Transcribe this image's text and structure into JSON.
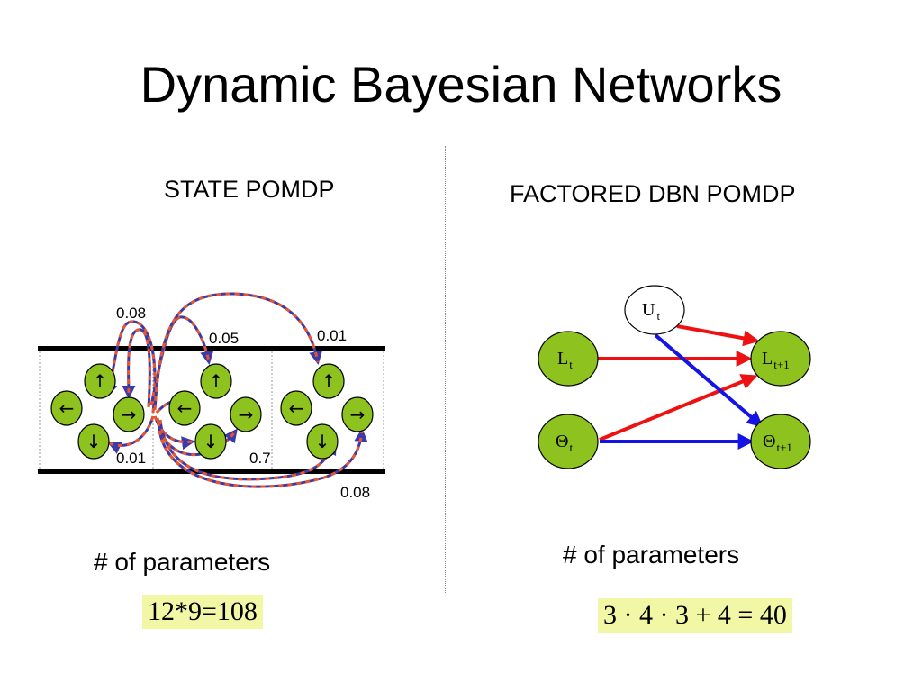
{
  "slide": {
    "title": "Dynamic Bayesian Networks",
    "left": {
      "heading": "STATE POMDP",
      "prob_labels": [
        "0.08",
        "0.05",
        "0.01",
        "0.01",
        "0.7",
        "0.08"
      ],
      "action_glyphs": {
        "up": "↑",
        "left": "←",
        "right": "→",
        "down": "↓"
      },
      "params_label": "# of parameters",
      "formula": "12*9=108"
    },
    "right": {
      "heading": "FACTORED DBN POMDP",
      "nodes": {
        "u": {
          "main": "U",
          "sub": "t"
        },
        "lt": {
          "main": "L",
          "sub": "t"
        },
        "lt1": {
          "main": "L",
          "sub": "t+1"
        },
        "tht": {
          "main": "Θ",
          "sub": "t"
        },
        "tht1": {
          "main": "Θ",
          "sub": "t+1"
        }
      },
      "params_label": "# of parameters",
      "formula": "3 · 4 · 3 + 4 = 40"
    },
    "colors": {
      "node_fill": "#8dc21f",
      "edge_red": "#ee1111",
      "edge_blue": "#1414e6",
      "formula_bg": "#f2f7a6"
    }
  }
}
